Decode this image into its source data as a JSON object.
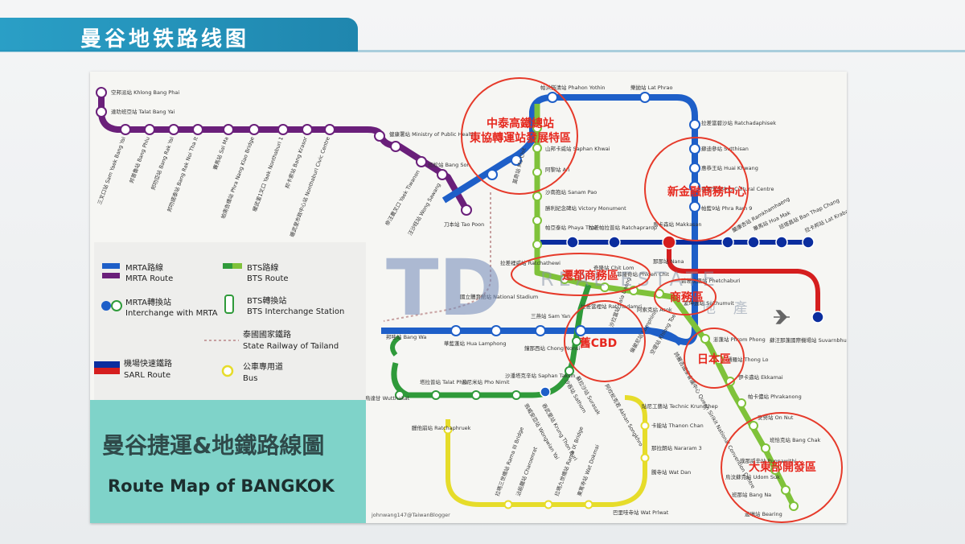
{
  "banner": {
    "title": "曼谷地铁路线图"
  },
  "map_title": {
    "zh": "曼谷捷運&地鐵路線圖",
    "en": "Route Map of BANGKOK"
  },
  "legend": [
    {
      "zh": "MRTA路線",
      "en": "MRTA Route",
      "colors": [
        "#1e5fc8",
        "#6a1f7a"
      ]
    },
    {
      "zh": "BTS路線",
      "en": "BTS Route",
      "colors": [
        "#2f9a3a",
        "#7fc23a"
      ]
    },
    {
      "zh": "MRTA轉換站",
      "en": "Interchange with MRTA",
      "colors": [
        "#1e5fc8",
        "#2f9a3a"
      ]
    },
    {
      "zh": "BTS轉換站",
      "en": "BTS Interchange Station",
      "colors": [
        "#2f9a3a"
      ]
    },
    {
      "zh": "機場快速鐵路",
      "en": "SARL Route",
      "colors": [
        "#0b2d9e",
        "#d51e1e"
      ]
    },
    {
      "zh": "泰國國家鐵路",
      "en": "State Railway of Tailand",
      "colors": [
        "#c9a0a0"
      ]
    },
    {
      "zh": "公車專用道",
      "en": "Bus",
      "colors": [
        "#e6dc2a"
      ]
    }
  ],
  "zones": [
    {
      "label_1": "中泰高鐵總站",
      "label_2": "東協轉運站發展特區"
    },
    {
      "label_1": "新金融商務中心"
    },
    {
      "label_1": "遷都商務區"
    },
    {
      "label_1": "商務區"
    },
    {
      "label_1": "舊CBD"
    },
    {
      "label_1": "日本區"
    },
    {
      "label_1": "大東部開發區"
    }
  ],
  "stations": {
    "khlong_bang_phai": "空邦派站 Khlong Bang Phai",
    "talat_bang_yai": "達叻班亞站 Talat Bang Yai",
    "sam_yaek_bang_yai": "三叉口站 Sam Yaek Bang Yai",
    "bang_phlu": "邦普魯站 Bang Phlu",
    "bang_rak_yai": "邦叻亞站 Bang Rak Yai",
    "bang_rak_noi": "邦叻諾泰站 Bang Rak Noi Tha It",
    "sai_ma": "賽馬站 Sai Ma",
    "phra_nang_klao": "帕南告橋站 Phra Nang Klao Bridge",
    "yaek_nonthaburi": "暖武里1叉口 Yaek Nonthaburi 1",
    "bang_krasor": "邦卡索站 Bang Krasor",
    "nonthaburi_civic": "暖武里市政中心站 Nonthaburi Civic Centre",
    "ministry_health": "健康署站 Ministry of Public Health",
    "yaek_tiwanon": "帝汪農叉口 Yaek Tiwanon",
    "wong_sawang": "汪沙旺站 Wong Sawang",
    "bang_son": "班松站 Bang Son",
    "tao_poon": "刀本站 Tao Poon",
    "phahon_yothin": "帕洪猶清站 Phahon Yothin",
    "lat_phrao": "樂拋站 Lat Phrao",
    "ratchadaphisek": "拉差當碧沙站 Ratchadaphisek",
    "sutthisan": "蘇迪參站 Sutthisan",
    "huai_khwang": "惠恭王站 Huai Khwang",
    "cultural_centre": "泰國文化中心 Cultural Centre",
    "phra_ram_9": "帕藍9站 Phra Ram 9",
    "ramkhamhaeng": "蘭康杏站 Ramkhamhaeng",
    "makkasan": "馬卡森站 Makkasan",
    "hua_mak": "華馬站 Hua Mak",
    "ban_thap_chang": "班塔昌站 Ban Thap Chang",
    "lat_krabang": "拉卡邦站 Lat Krabang",
    "suvarnabhumi": "蘇汪那蓬國際機場站 Suvarnbhumi Airport",
    "mo_chit": "莫奇站 Mo Chit",
    "saphan_khwai": "山邦卡威站 Saphan Khwai",
    "ari": "阿黎站 Ari",
    "sanam_pao": "沙南抱站 Sanam Pao",
    "victory_monument": "勝利紀念碑站 Victory Monument",
    "phaya_thai": "帕亞泰站 Phaya Thai",
    "ratchaprarop": "拉差帕拉普站 Ratchaprarop",
    "ratchathewi": "拉差裡威站 Ratchathewi",
    "siam": "暹羅站 Siam",
    "chit_lom": "奇隆站 Chit Lom",
    "phloen_chit": "菲隆奇站 Phloen Chit",
    "nana": "那那站 Nana",
    "phetchaburi": "碧差汶里站 Phetchaburi",
    "asok": "阿索克站 Asok",
    "sukhumvit": "素坤逸站 Sukhumvit",
    "national_stadium": "國立體育館站 National Stadium",
    "sam_yan": "三燕站 Sam Yan",
    "hua_lamphong": "華藍蓬站 Hua Lamphong",
    "ratchadamri": "拉差當裡站 Ratchadamri",
    "sala_daeng": "沙拉當站 Sala Daeng",
    "chong_nonsi": "鐘那西站 Chong Nonsi",
    "lumphini": "倫披尼站 Lumphini",
    "khlong_toei": "空堤站 Khlong Toei",
    "convention_centre": "詩麗吉國家會議中心 Queen Sirikit National Convention Centre",
    "phrom_phong": "澎蓬站 Phrom Phong",
    "thong_lo": "通羅站 Thong Lo",
    "ekkamai": "伊卡邁站 Ekkamai",
    "phrakanong": "帕卡儂站 Phrakanong",
    "on_nut": "安努站 On Nut",
    "bang_chak": "班恰克站 Bang Chak",
    "punnawithi": "璞那威辛站 Punnawithi",
    "udom_suk": "烏汶蘇克站 Udom Suk",
    "bang_na": "班那站 Bang Na",
    "bearing": "邊琳站 Bearing",
    "bang_wa": "邦哇站 Bang Wa",
    "talat_phlu": "塔拉普站 Talat Phlu",
    "pho_nimit": "波尼米站 Pho Nimit",
    "saphan_taksin": "沙潘塔克辛站 Saphan Taksin",
    "surasak": "蘇拉沙站 Surasak",
    "wongwian_yai": "翁威安亞站 Wongwian Yai",
    "krung_thon_buri": "吞武里站 Krung Thon Buri",
    "sathorn": "沙吞站 Sathorn",
    "akhan_songkhro": "阿坎松克若 Akhan Songkhro",
    "technic_krungthep": "貼尼工藝站 Technic Krungthep",
    "thanon_chan": "卡能站 Thanon Chan",
    "nararam_3": "那拉朗站 Nararam 3",
    "wat_dan": "騰寺站 Wat Dan",
    "wat_pariwat": "巴里哇寺站 Wat Prlwat",
    "wutthakat": "烏達甘 Wutthakat",
    "ratchaphruek": "臘他崩站 Ratchaphruek",
    "rama_iii_bridge": "拉瑪三世橋站 Rama III Bridge",
    "charoenrat": "沾能臘站 Charoenrat",
    "rama_ix_bridge": "拉瑪九世橋站 Rama IX Bridge",
    "wat_dokmai": "東篤寺站 Wat Dokmai"
  },
  "watermark": {
    "logo": "TD",
    "text_1": "REAL ESTATE",
    "text_2": "地 產"
  },
  "credit": "johnwang147@TaiwanBlogger"
}
